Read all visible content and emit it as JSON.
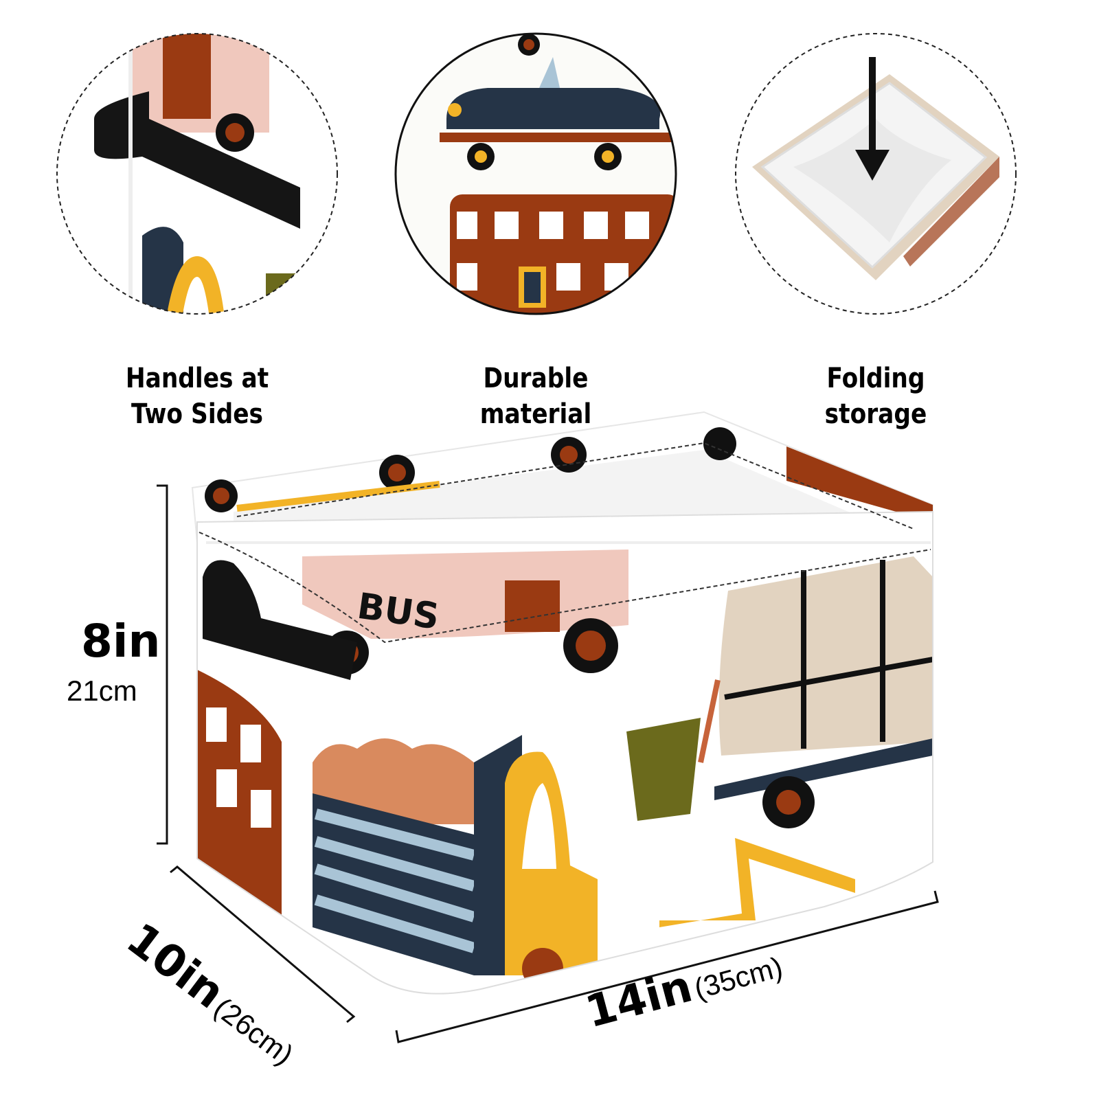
{
  "features": [
    {
      "label_line1": "Handles at",
      "label_line2": "Two Sides",
      "icon": "handle-closeup"
    },
    {
      "label_line1": "Durable",
      "label_line2": "material",
      "icon": "fabric-closeup"
    },
    {
      "label_line1": "Folding",
      "label_line2": "storage",
      "icon": "folded-basket"
    }
  ],
  "dimensions": {
    "height_in": "8in",
    "height_cm": "21cm",
    "depth_in": "10in",
    "depth_cm": "(26cm)",
    "width_in": "14in",
    "width_cm": "(35cm)"
  },
  "pattern_text": "BUS",
  "colors": {
    "rust": "#9a3a12",
    "navy": "#253447",
    "mustard": "#f2b327",
    "blush": "#f0c8bd",
    "olive": "#6b6a1c",
    "sand": "#e2d3c0",
    "sky": "#a9c4d6"
  }
}
